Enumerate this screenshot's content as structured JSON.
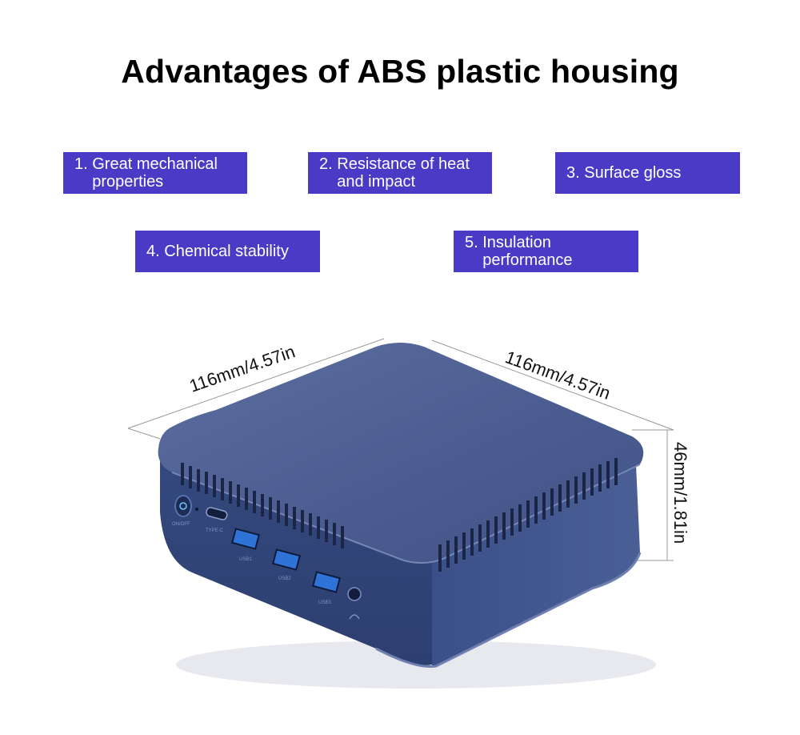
{
  "title": "Advantages of ABS plastic housing",
  "advantages": [
    {
      "num": "1. ",
      "text": "Great mechanical properties"
    },
    {
      "num": "2. ",
      "text": "Resistance of heat and impact"
    },
    {
      "num": "3. ",
      "text": "Surface gloss"
    },
    {
      "num": "4. ",
      "text": "Chemical stability"
    },
    {
      "num": "5. ",
      "text": "Insulation performance"
    }
  ],
  "dimensions": {
    "width": "116mm/4.57in",
    "depth": "116mm/4.57in",
    "height": "46mm/1.81in"
  },
  "port_labels": {
    "power": "ON/OFF",
    "typec": "TYPE-C",
    "usb1": "USB1",
    "usb2": "USB2",
    "usb3": "USB3"
  },
  "colors": {
    "badge": "#4a3bc7",
    "housing": "#3c5289",
    "usb_port": "#2f73d9"
  }
}
